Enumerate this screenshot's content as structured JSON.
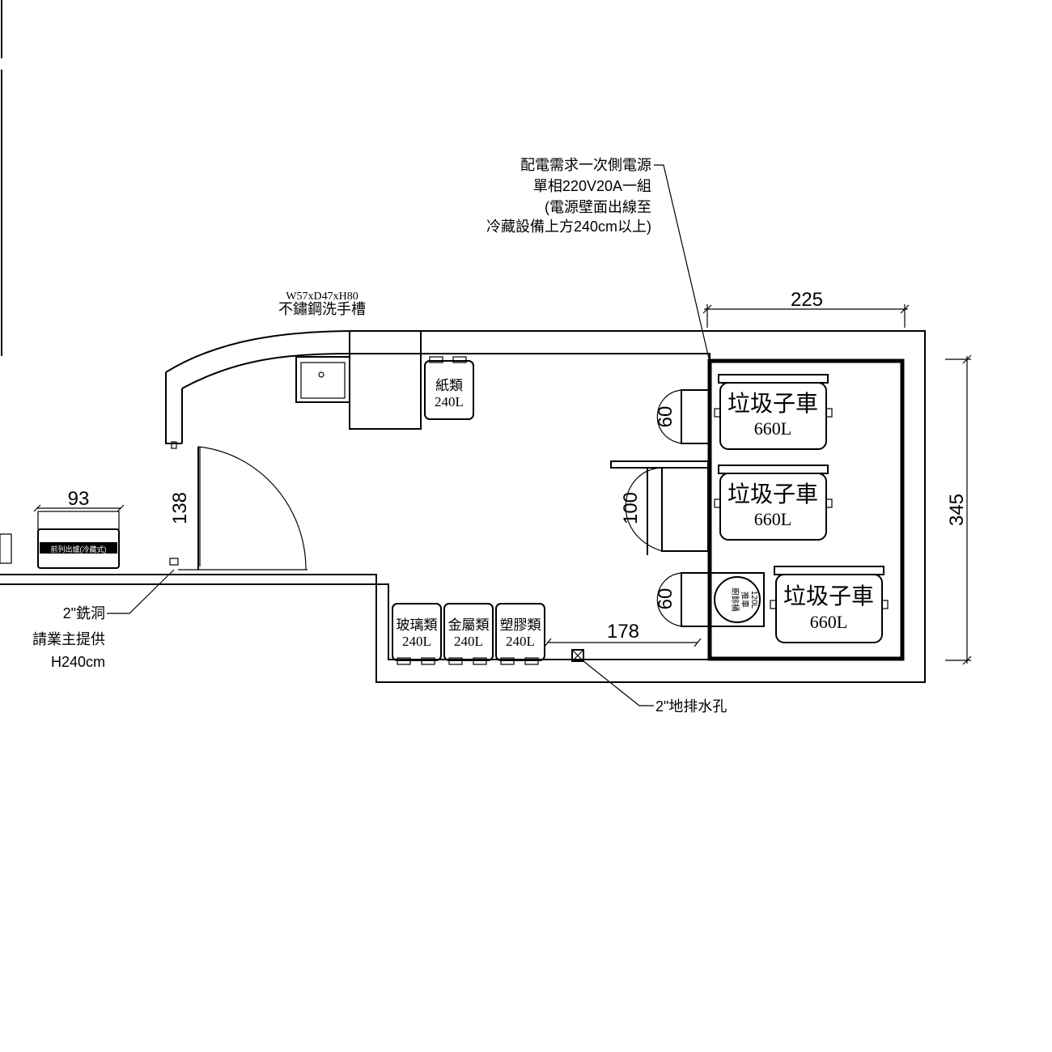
{
  "power_note": {
    "line1": "配電需求一次側電源",
    "line2": "單相220V20A一組",
    "line3": "(電源壁面出線至",
    "line4": "冷藏設備上方240cm以上)"
  },
  "sink_note": {
    "size": "W57xD47xH80",
    "name": "不鏽鋼洗手槽"
  },
  "dimensions": {
    "width_top": "225",
    "height_right": "345",
    "door_left": "138",
    "equipment_width": "93",
    "door_top": "60",
    "door_mid": "100",
    "door_bottom": "60",
    "gap_bottom": "178"
  },
  "bins": {
    "paper": {
      "name": "紙類",
      "volume": "240L"
    },
    "glass": {
      "name": "玻璃類",
      "volume": "240L"
    },
    "metal": {
      "name": "金屬類",
      "volume": "240L"
    },
    "plastic": {
      "name": "塑膠類",
      "volume": "240L"
    }
  },
  "carts": {
    "cart1": {
      "name": "垃圾子車",
      "volume": "660L"
    },
    "cart2": {
      "name": "垃圾子車",
      "volume": "660L"
    },
    "cart3": {
      "name": "垃圾子車",
      "volume": "660L"
    }
  },
  "small_bin": {
    "line1": "廚餘桶",
    "line2": "推車",
    "volume": "120L"
  },
  "hole_note": {
    "line1": "2\"銑洞",
    "line2": "請業主提供",
    "line3": "H240cm"
  },
  "drain_note": "2\"地排水孔",
  "equipment_label": "前列出爐(冷藏式)"
}
